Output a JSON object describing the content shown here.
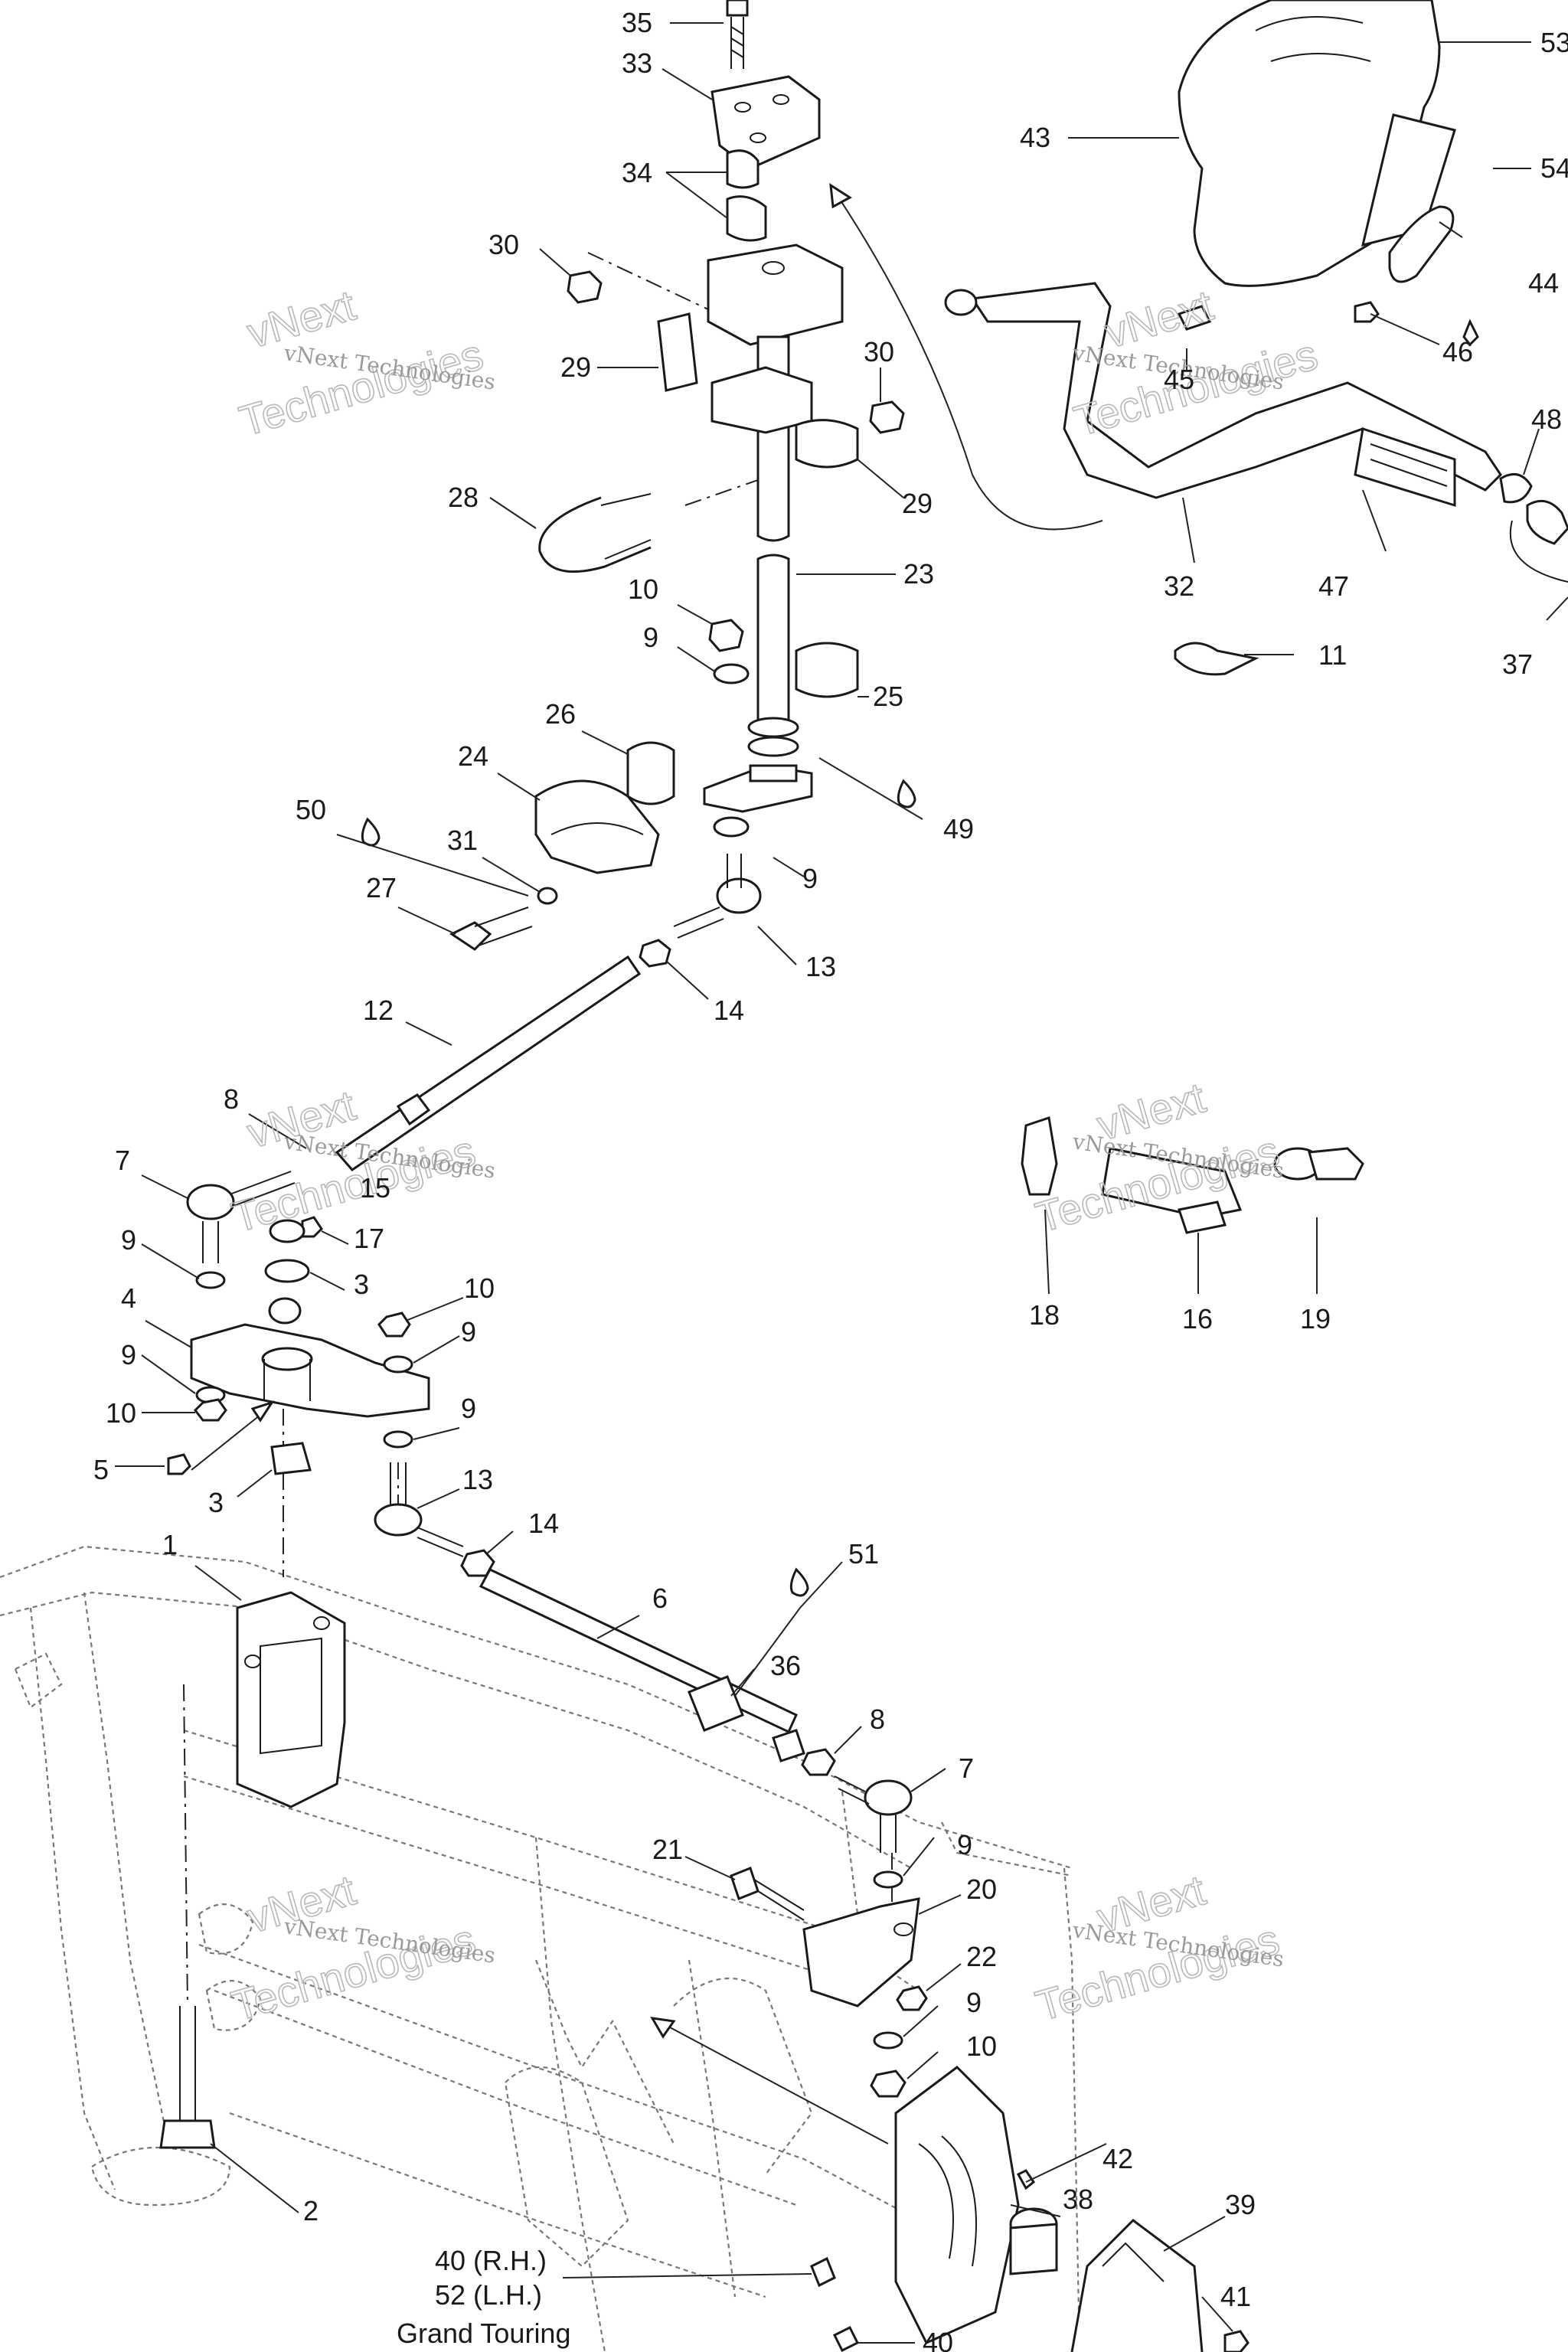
{
  "callouts": [
    {
      "id": "c35",
      "text": "35"
    },
    {
      "id": "c33",
      "text": "33"
    },
    {
      "id": "c34",
      "text": "34"
    },
    {
      "id": "c30a",
      "text": "30"
    },
    {
      "id": "c30b",
      "text": "30"
    },
    {
      "id": "c29a",
      "text": "29"
    },
    {
      "id": "c29b",
      "text": "29"
    },
    {
      "id": "c28",
      "text": "28"
    },
    {
      "id": "c23",
      "text": "23"
    },
    {
      "id": "c10a",
      "text": "10"
    },
    {
      "id": "c9a",
      "text": "9"
    },
    {
      "id": "c25",
      "text": "25"
    },
    {
      "id": "c26",
      "text": "26"
    },
    {
      "id": "c24",
      "text": "24"
    },
    {
      "id": "c50",
      "text": "50"
    },
    {
      "id": "c31",
      "text": "31"
    },
    {
      "id": "c27",
      "text": "27"
    },
    {
      "id": "c49",
      "text": "49"
    },
    {
      "id": "c9b",
      "text": "9"
    },
    {
      "id": "c13a",
      "text": "13"
    },
    {
      "id": "c14a",
      "text": "14"
    },
    {
      "id": "c12",
      "text": "12"
    },
    {
      "id": "c8a",
      "text": "8"
    },
    {
      "id": "c7a",
      "text": "7"
    },
    {
      "id": "c15",
      "text": "15"
    },
    {
      "id": "c17",
      "text": "17"
    },
    {
      "id": "c9c",
      "text": "9"
    },
    {
      "id": "c3a",
      "text": "3"
    },
    {
      "id": "c4",
      "text": "4"
    },
    {
      "id": "c10b",
      "text": "10"
    },
    {
      "id": "c9d",
      "text": "9"
    },
    {
      "id": "c9e",
      "text": "9"
    },
    {
      "id": "c9f",
      "text": "9"
    },
    {
      "id": "c10c",
      "text": "10"
    },
    {
      "id": "c5",
      "text": "5"
    },
    {
      "id": "c3b",
      "text": "3"
    },
    {
      "id": "c13b",
      "text": "13"
    },
    {
      "id": "c14b",
      "text": "14"
    },
    {
      "id": "c1",
      "text": "1"
    },
    {
      "id": "c51",
      "text": "51"
    },
    {
      "id": "c6",
      "text": "6"
    },
    {
      "id": "c36",
      "text": "36"
    },
    {
      "id": "c8b",
      "text": "8"
    },
    {
      "id": "c7b",
      "text": "7"
    },
    {
      "id": "c9g",
      "text": "9"
    },
    {
      "id": "c21",
      "text": "21"
    },
    {
      "id": "c20",
      "text": "20"
    },
    {
      "id": "c22",
      "text": "22"
    },
    {
      "id": "c9h",
      "text": "9"
    },
    {
      "id": "c10d",
      "text": "10"
    },
    {
      "id": "c42",
      "text": "42"
    },
    {
      "id": "c38",
      "text": "38"
    },
    {
      "id": "c39",
      "text": "39"
    },
    {
      "id": "c41",
      "text": "41"
    },
    {
      "id": "c40b",
      "text": "40"
    },
    {
      "id": "c2",
      "text": "2"
    },
    {
      "id": "c53",
      "text": "53"
    },
    {
      "id": "c54",
      "text": "54"
    },
    {
      "id": "c43",
      "text": "43"
    },
    {
      "id": "c44",
      "text": "44"
    },
    {
      "id": "c46",
      "text": "46"
    },
    {
      "id": "c45",
      "text": "45"
    },
    {
      "id": "c48",
      "text": "48"
    },
    {
      "id": "c32",
      "text": "32"
    },
    {
      "id": "c47",
      "text": "47"
    },
    {
      "id": "c37",
      "text": "37"
    },
    {
      "id": "c11",
      "text": "11"
    },
    {
      "id": "c18",
      "text": "18"
    },
    {
      "id": "c16",
      "text": "16"
    },
    {
      "id": "c19",
      "text": "19"
    }
  ],
  "note_lines": [
    "40 (R.H.)",
    "52 (L.H.)",
    "Grand Touring"
  ],
  "watermark": {
    "line1": "vNext Technologies",
    "outline": "vNext",
    "outline2": "Technologies"
  },
  "icons": {
    "lubricant": "oil-drop-icon"
  },
  "colors": {
    "ink": "#1a1a1a",
    "watermark": "#9a9a9a",
    "frame": "#777777"
  }
}
